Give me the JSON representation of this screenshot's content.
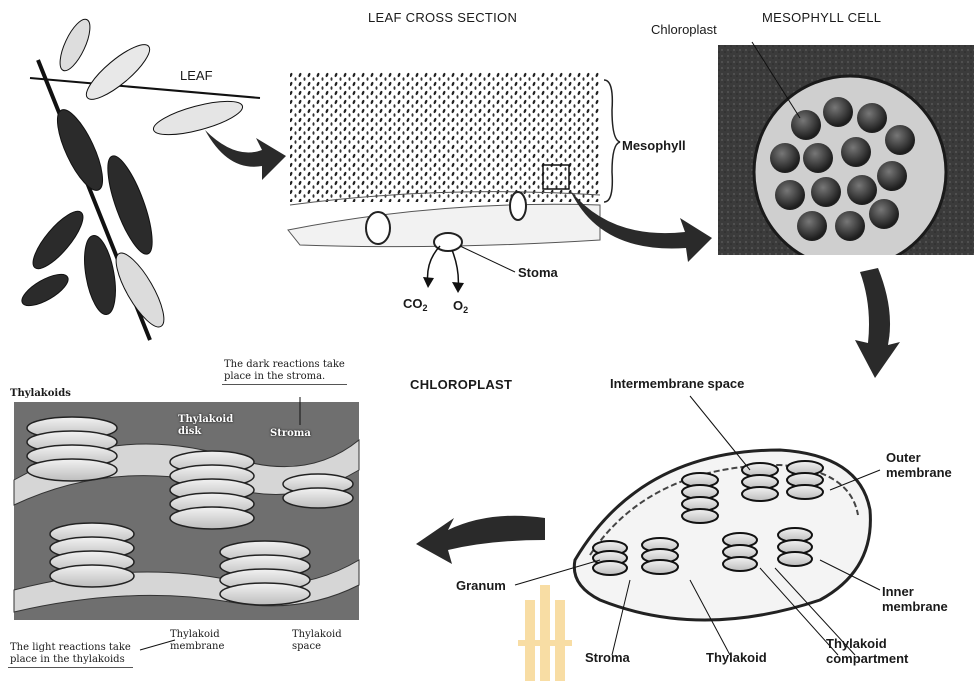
{
  "headings": {
    "leaf_cross_section": "LEAF CROSS SECTION",
    "mesophyll_cell": "MESOPHYLL CELL",
    "chloroplast": "CHLOROPLAST"
  },
  "labels": {
    "leaf": "LEAF",
    "mesophyll": "Mesophyll",
    "stoma": "Stoma",
    "co2": "CO",
    "co2_sub": "2",
    "o2": "O",
    "o2_sub": "2",
    "chloroplast_small": "Chloroplast",
    "intermembrane_space": "Intermembrane space",
    "outer_membrane_1": "Outer",
    "outer_membrane_2": "membrane",
    "inner_membrane_1": "Inner",
    "inner_membrane_2": "membrane",
    "granum": "Granum",
    "stroma": "Stroma",
    "thylakoid": "Thylakoid",
    "thylakoid_compartment_1": "Thylakoid",
    "thylakoid_compartment_2": "compartment",
    "thylakoids_title": "Thylakoids",
    "thylakoid_disk_1": "Thylakoid",
    "thylakoid_disk_2": "disk",
    "stroma_inset": "Stroma",
    "dark_reactions_1": "The dark reactions take",
    "dark_reactions_2": "place in the stroma.",
    "light_reactions_1": "The light reactions take",
    "light_reactions_2": "place in the thylakoids",
    "thylakoid_membrane_1": "Thylakoid",
    "thylakoid_membrane_2": "membrane",
    "thylakoid_space_1": "Thylakoid",
    "thylakoid_space_2": "space"
  },
  "colors": {
    "ink": "#1a1a1a",
    "arrow": "#2a2a2a",
    "inset_bg": "#6f6f6f",
    "watermark": "#f3c25a"
  },
  "icons": {
    "flow_arrow": "curved-arrow",
    "watermark": "institution-logo"
  }
}
